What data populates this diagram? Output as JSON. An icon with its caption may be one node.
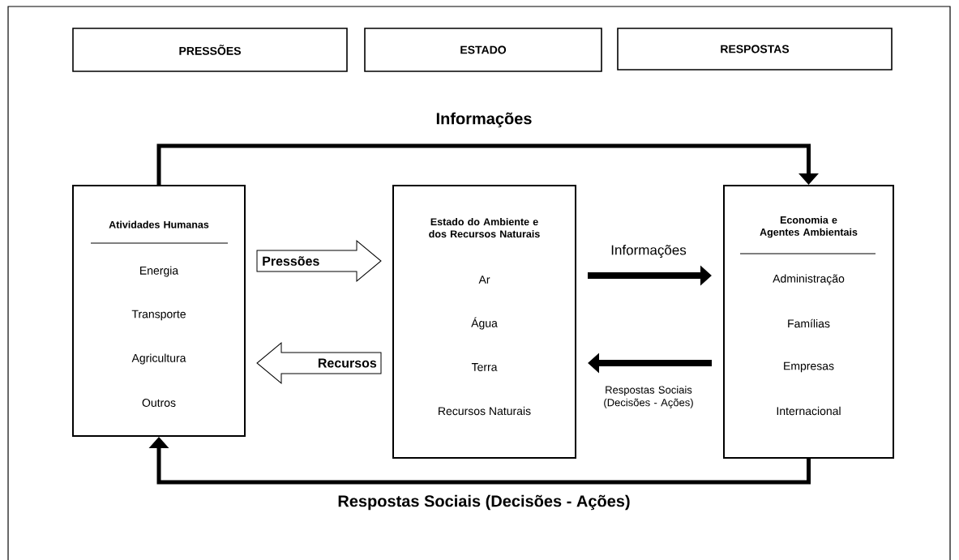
{
  "diagram": {
    "nodes": [
      {
        "text": [
          "PRESSÕES"
        ]
      },
      {
        "text": [
          "ESTADO"
        ]
      },
      {
        "text": [
          "RESPOSTAS"
        ]
      },
      {
        "text": [
          "Atividades Humanas",
          "Energia",
          "Transporte",
          "Agricultura",
          "Outros"
        ]
      },
      {
        "text": [
          "Estado do Ambiente e dos Recursos Naturais",
          "Ar",
          "Água",
          "Terra",
          "Recursos Naturais"
        ]
      },
      {
        "text": [
          "Economia e Agentes Ambientais",
          "Administração",
          "Famílias",
          "Empresas",
          "Internacional"
        ]
      }
    ],
    "edges": [
      {
        "from": 3,
        "to": 5,
        "arrow": "to",
        "label": "Informações"
      },
      {
        "from": 3,
        "to": 4,
        "arrow": "to",
        "label": "Pressões"
      },
      {
        "from": 4,
        "to": 3,
        "arrow": "to",
        "label": "Recursos"
      },
      {
        "from": 4,
        "to": 5,
        "arrow": "to",
        "label": "Informações"
      },
      {
        "from": 5,
        "to": 4,
        "arrow": "to",
        "label": "Respostas Sociais (Decisões - Ações)"
      },
      {
        "from": 5,
        "to": 3,
        "arrow": "to",
        "label": "Respostas Sociais (Decisões - Ações)"
      }
    ]
  }
}
